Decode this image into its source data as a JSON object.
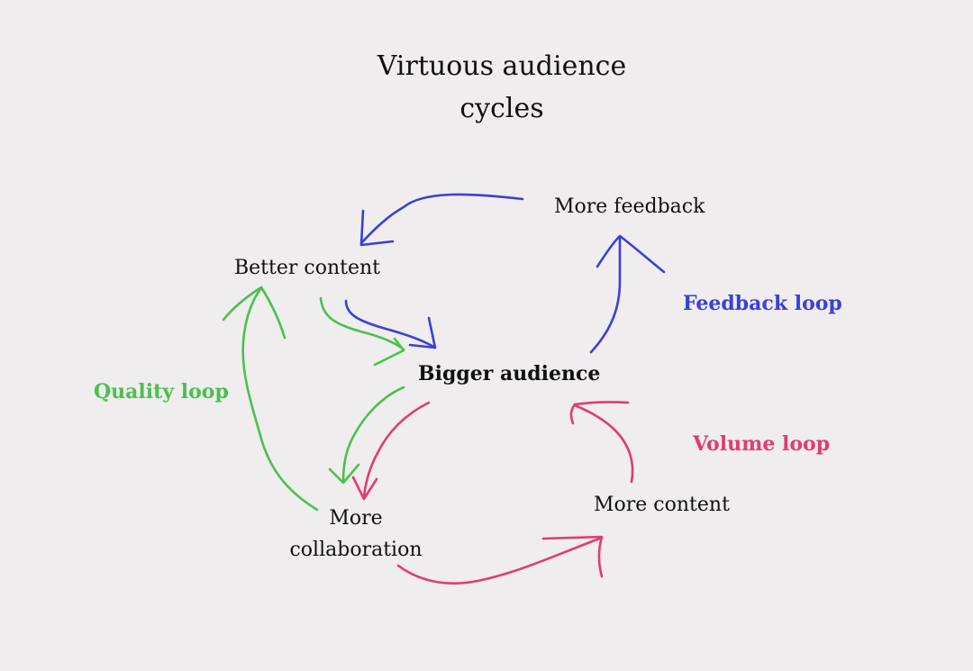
{
  "title_line1": "Virtuous audience",
  "title_line2": "cycles",
  "nodes": {
    "better_content": "Better content",
    "more_feedback": "More feedback",
    "bigger_audience": "Bigger audience",
    "more_content": "More content",
    "more_collaboration_line1": "More",
    "more_collaboration_line2": "collaboration"
  },
  "loops": {
    "feedback": {
      "label": "Feedback loop",
      "color": "#3b3fd9"
    },
    "quality": {
      "label": "Quality loop",
      "color": "#4cc04f"
    },
    "volume": {
      "label": "Volume loop",
      "color": "#e33a75"
    }
  }
}
